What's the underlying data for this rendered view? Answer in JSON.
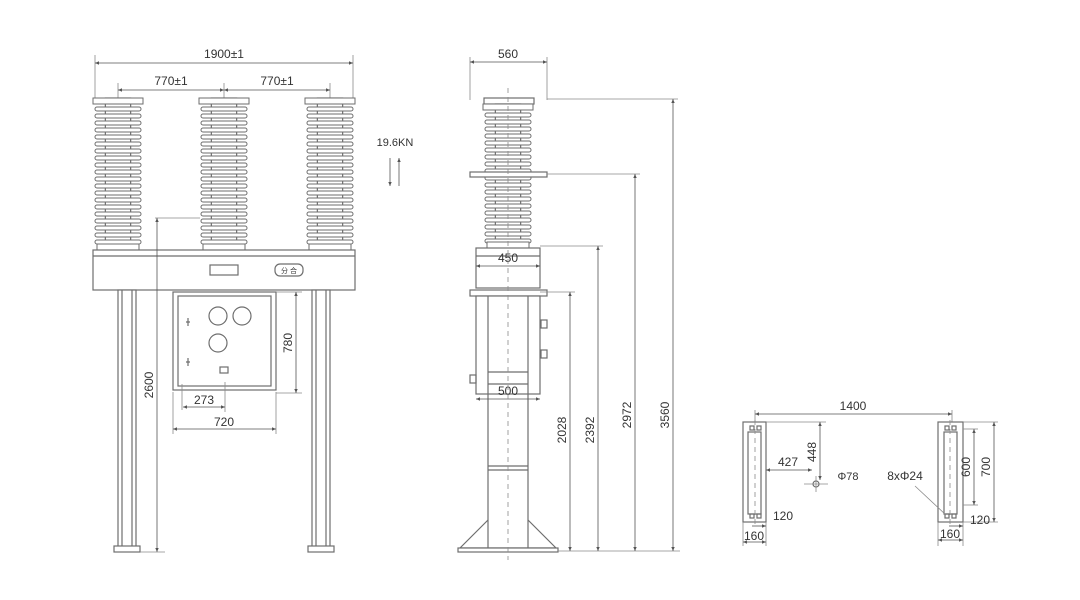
{
  "front_view": {
    "overall_width": "1900±1",
    "spacing_left": "770±1",
    "spacing_right": "770±1",
    "height_2600": "2600",
    "box_height": "780",
    "box_offset": "273",
    "box_width": "720",
    "panel_label": "分 合"
  },
  "force_label": "19.6KN",
  "side_view": {
    "top_width": "560",
    "head_width": "450",
    "base_width": "500",
    "h1": "2028",
    "h2": "2392",
    "h3": "2972",
    "h4": "3560"
  },
  "foundation_view": {
    "spacing": "1400",
    "offset_427": "427",
    "offset_448": "448",
    "hole_dia": "Φ78",
    "bolts": "8xΦ24",
    "h600": "600",
    "h700": "700",
    "w120_left": "120",
    "w120_right": "120",
    "w160_left": "160",
    "w160_right": "160"
  }
}
